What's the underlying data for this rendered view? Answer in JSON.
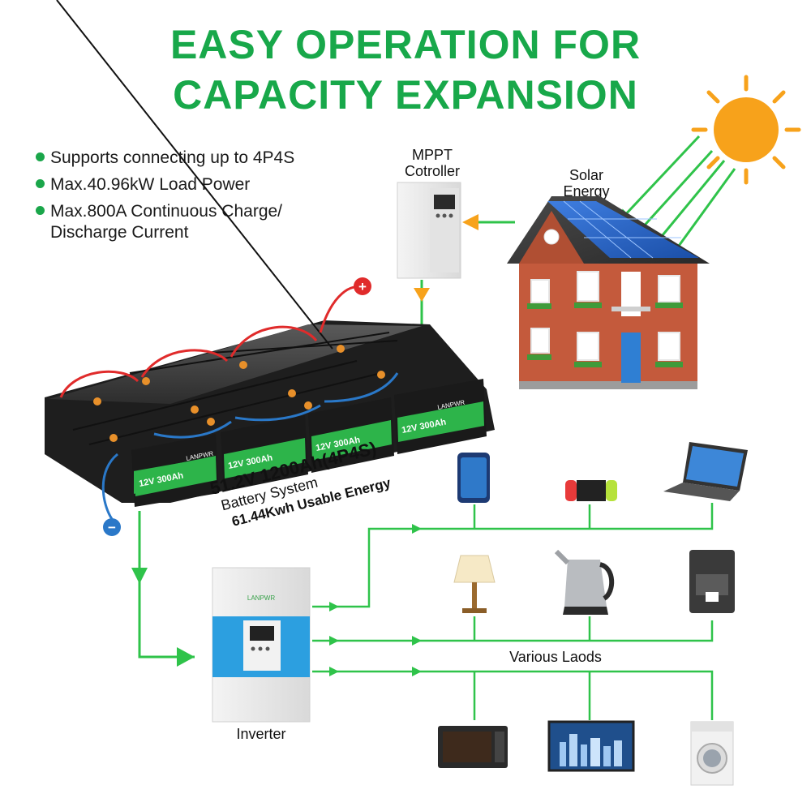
{
  "title": {
    "line1": "EASY OPERATION FOR",
    "line2": "CAPACITY EXPANSION"
  },
  "features": [
    "Supports connecting up to 4P4S",
    "Max.40.96kW Load Power",
    "Max.800A Continuous Charge/",
    "Discharge Current"
  ],
  "labels": {
    "mppt_line1": "MPPT",
    "mppt_line2": "Cotroller",
    "solar_line1": "Solar",
    "solar_line2": "Energy",
    "inverter": "Inverter",
    "loads": "Various Laods"
  },
  "battery": {
    "spec_line1": "51.2V 1200Ah(4P4S)",
    "spec_line2": "Battery System",
    "spec_line3": "61.44Kwh Usable Energy",
    "module_label": "12V 300Ah",
    "brand": "LANPWR"
  },
  "terminals": {
    "positive": "+",
    "negative": "−"
  },
  "colors": {
    "accent": "#18a84a",
    "line": "#2fc34a",
    "positive": "#e02b2b",
    "negative": "#2a78c8",
    "sun": "#f7a21b"
  }
}
